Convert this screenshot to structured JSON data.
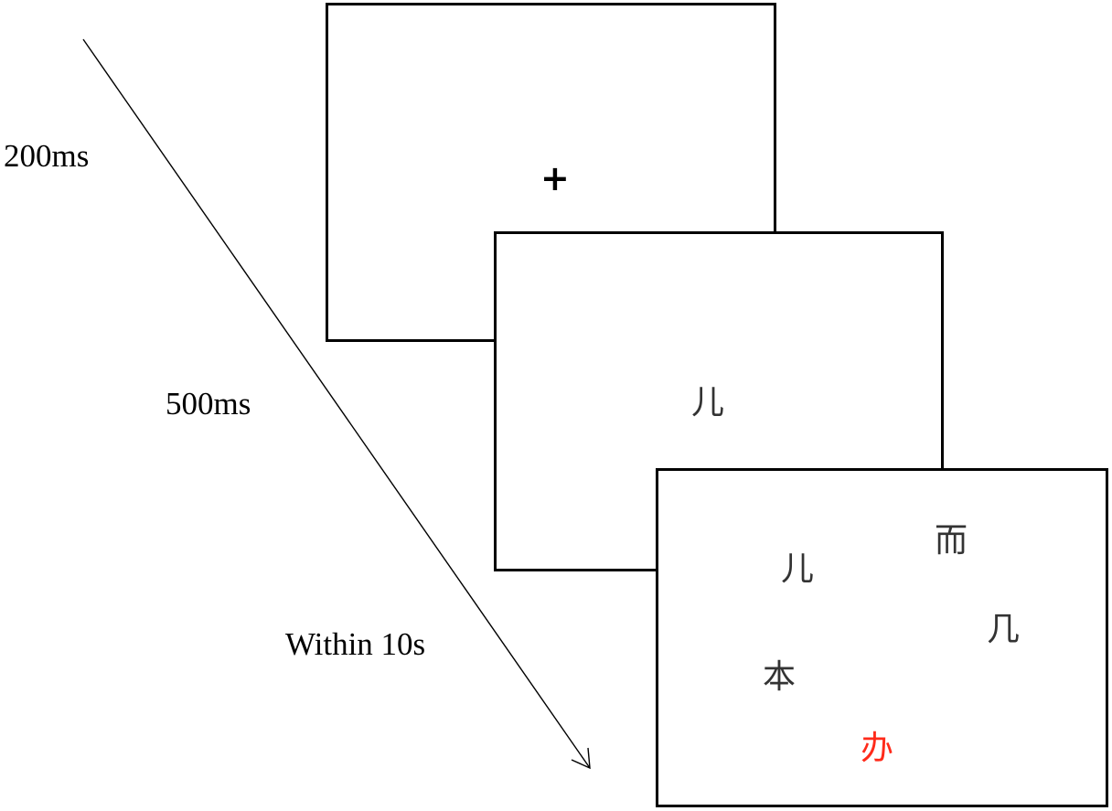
{
  "timings": {
    "fixation": "200ms",
    "cue": "500ms",
    "search": "Within 10s"
  },
  "frames": {
    "fixation": {
      "symbol": "+"
    },
    "cue": {
      "character": "儿"
    },
    "search": {
      "items": [
        {
          "char": "而",
          "role": "distractor"
        },
        {
          "char": "儿",
          "role": "distractor"
        },
        {
          "char": "几",
          "role": "distractor"
        },
        {
          "char": "本",
          "role": "distractor"
        },
        {
          "char": "办",
          "role": "target"
        }
      ]
    }
  },
  "colors": {
    "stroke": "#000000",
    "glyph": "#333333",
    "target": "#ff2a1a"
  },
  "icons": {
    "time_arrow": "diagonal-arrow-icon"
  }
}
